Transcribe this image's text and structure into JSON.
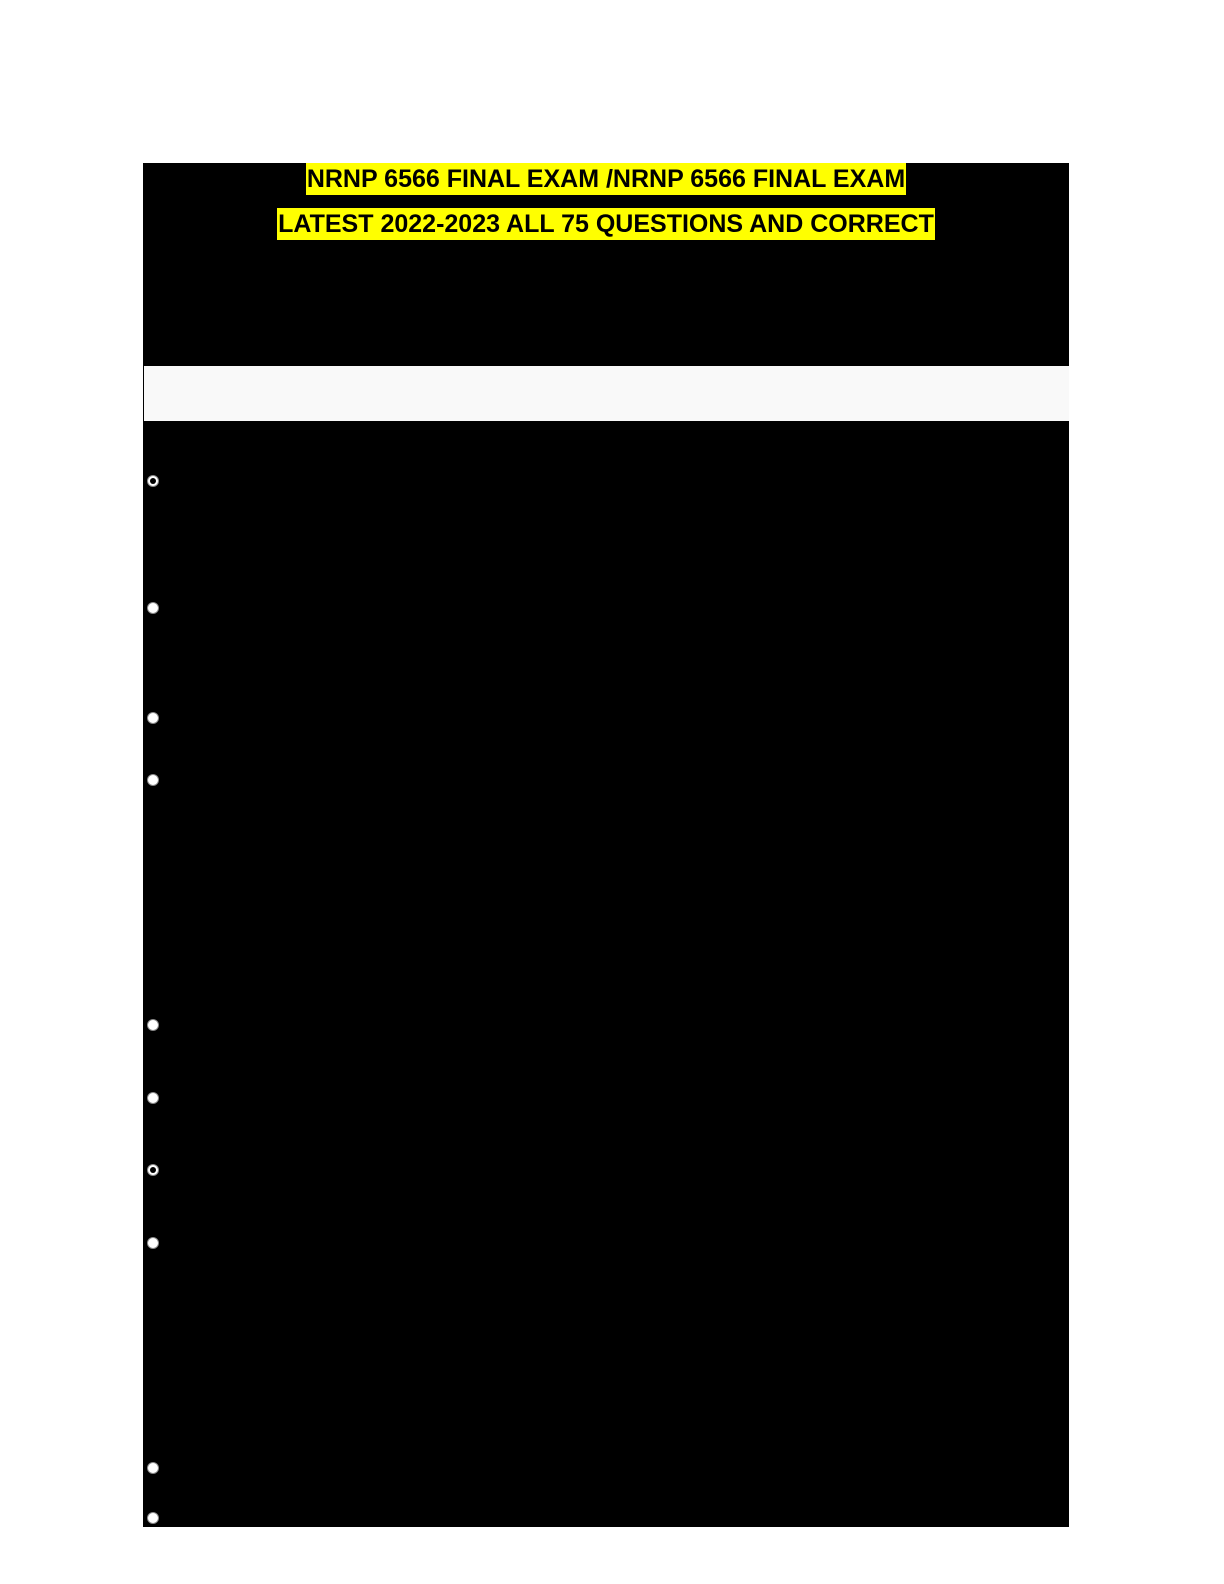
{
  "document": {
    "title_line_1": "NRNP 6566 FINAL EXAM /NRNP 6566 FINAL EXAM",
    "title_line_2": "LATEST 2022-2023 ALL 75 QUESTIONS AND CORRECT",
    "highlight_color": "#ffff00",
    "background_color": "#000000"
  },
  "answer_options": [
    {
      "index": 1,
      "selected": true
    },
    {
      "index": 2,
      "selected": false
    },
    {
      "index": 3,
      "selected": false
    },
    {
      "index": 4,
      "selected": false
    },
    {
      "index": 5,
      "selected": false
    },
    {
      "index": 6,
      "selected": false
    },
    {
      "index": 7,
      "selected": true
    },
    {
      "index": 8,
      "selected": false
    },
    {
      "index": 9,
      "selected": false
    },
    {
      "index": 10,
      "selected": false
    }
  ]
}
